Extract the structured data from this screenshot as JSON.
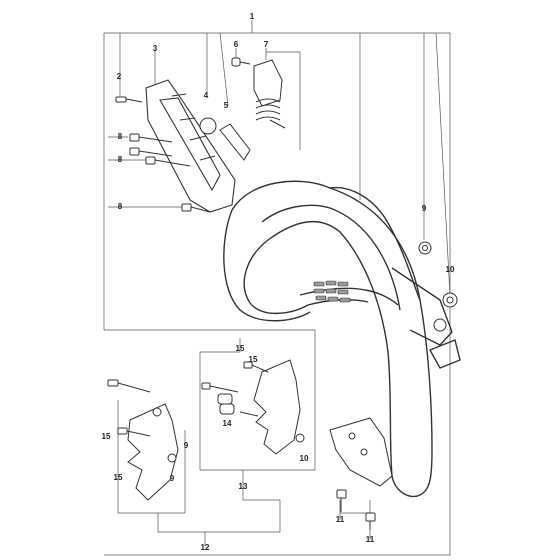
{
  "diagram": {
    "colors": {
      "line": "#333333",
      "leader": "#555555",
      "part_fill": "#ffffff",
      "shade": "#9a9a9a"
    },
    "callouts": [
      "1",
      "2",
      "3",
      "4",
      "5",
      "6",
      "7",
      "8",
      "8",
      "8",
      "9",
      "10",
      "15",
      "15",
      "9",
      "15",
      "15",
      "9",
      "14",
      "10",
      "13",
      "11",
      "11",
      "12"
    ]
  }
}
